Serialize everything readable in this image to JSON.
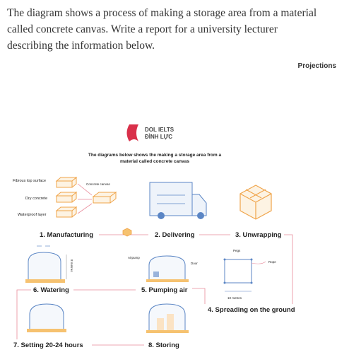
{
  "prompt": {
    "line1": "The diagram shows a process of making a storage area from a material",
    "line2": "called concrete canvas.  Write a report for a university lecturer",
    "line3": "describing the information below."
  },
  "projections_label": "Projections",
  "logo": {
    "line1": "DOL IELTS",
    "line2": "ĐÌNH LỰC"
  },
  "diagram_title": {
    "line1": "The diagrams below shows the making a storage area from a",
    "line2": "material called concrete canvas"
  },
  "layers": {
    "fibrous": "Fibrous top surface",
    "dry": "Dry concrete",
    "waterproof": "Waterproof layer",
    "canvas": "Concrete canvas"
  },
  "steps": {
    "s1": "1. Manufacturing",
    "s2": "2. Delivering",
    "s3": "3. Unwrapping",
    "s4": "4. Spreading on the ground",
    "s5": "5. Pumping air",
    "s6": "6. Watering",
    "s7": "7. Setting 20-24 hours",
    "s8": "8. Storing"
  },
  "annotations": {
    "airpump": "Airpump",
    "door": "Door",
    "pegs": "Pegs",
    "rope": "Rope",
    "ten_metres": "10 metres",
    "eight_metres": "8 metres"
  },
  "colors": {
    "orange": "#f0a44a",
    "orange_fill": "#fbe3c4",
    "blue": "#5b86c5",
    "pink": "#e98a9a",
    "logo_red": "#d9304a"
  }
}
